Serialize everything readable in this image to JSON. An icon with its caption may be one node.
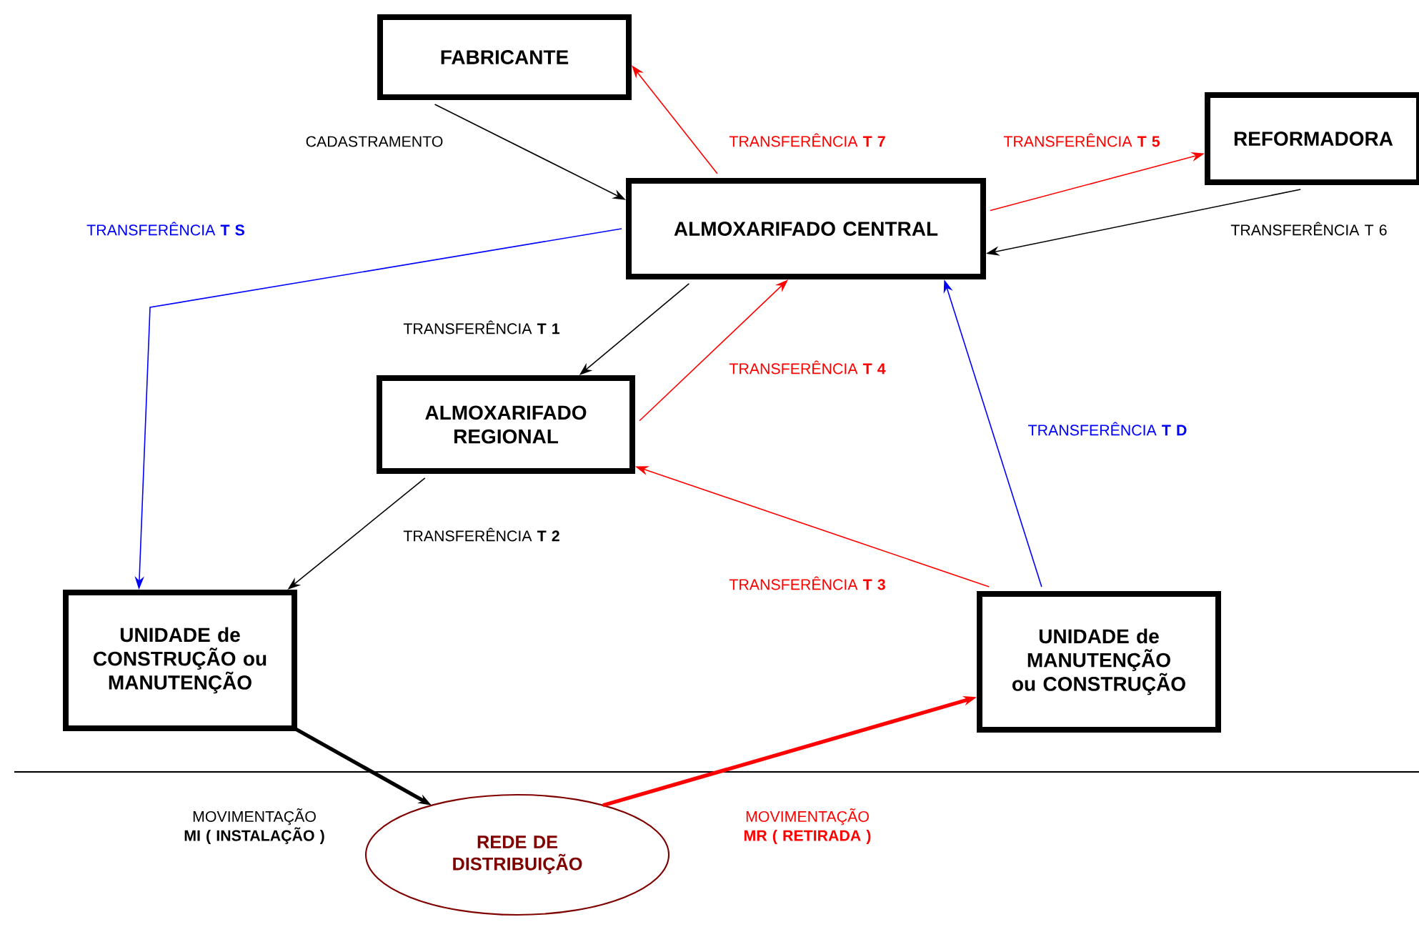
{
  "diagram": {
    "nodes": [
      {
        "text": [
          "FABRICANTE"
        ]
      },
      {
        "text": [
          "ALMOXARIFADO CENTRAL"
        ]
      },
      {
        "text": [
          "REFORMADORA"
        ]
      },
      {
        "text": [
          "ALMOXARIFADO REGIONAL"
        ]
      },
      {
        "text": [
          "UNIDADE de CONSTRUÇÃO ou MANUTENÇÃO"
        ]
      },
      {
        "text": [
          "UNIDADE de MANUTENÇÃO ou CONSTRUÇÃO"
        ]
      },
      {
        "text": [
          "REDE DE DISTRIBUIÇÃO"
        ]
      }
    ],
    "edges": [
      {
        "from": 0,
        "to": 1,
        "arrow": "to",
        "label": "CADASTRAMENTO"
      },
      {
        "from": 1,
        "to": 0,
        "arrow": "to",
        "label": "TRANSFERÊNCIA **T 7**",
        "color": "#ff0000"
      },
      {
        "from": 1,
        "to": 2,
        "arrow": "to",
        "label": "TRANSFERÊNCIA **T 5**",
        "color": "#ff0000"
      },
      {
        "from": 2,
        "to": 1,
        "arrow": "to",
        "label": "TRANSFERÊNCIA T 6"
      },
      {
        "from": 1,
        "to": 4,
        "arrow": "to",
        "label": "TRANSFERÊNCIA **T S**",
        "color": "#0000ff"
      },
      {
        "from": 1,
        "to": 3,
        "arrow": "to",
        "label": "TRANSFERÊNCIA **T 1**"
      },
      {
        "from": 3,
        "to": 1,
        "arrow": "to",
        "label": "TRANSFERÊNCIA **T 4**",
        "color": "#ff0000"
      },
      {
        "from": 5,
        "to": 3,
        "arrow": "to",
        "label": "TRANSFERÊNCIA **T 3**",
        "color": "#ff0000"
      },
      {
        "from": 5,
        "to": 1,
        "arrow": "to",
        "label": "TRANSFERÊNCIA **T D**",
        "color": "#0000ff"
      },
      {
        "from": 3,
        "to": 4,
        "arrow": "to",
        "label": "TRANSFERÊNCIA **T 2**"
      },
      {
        "from": 4,
        "to": 6,
        "arrow": "to",
        "label": "MOVIMENTAÇÃO **MI** **( INSTALAÇÃO )**",
        "style": "thick"
      },
      {
        "from": 6,
        "to": 5,
        "arrow": "to",
        "label": "MOVIMENTAÇÃO **MR** **( RETIRADA )**",
        "style": "thick",
        "color": "#ff0000"
      }
    ]
  }
}
